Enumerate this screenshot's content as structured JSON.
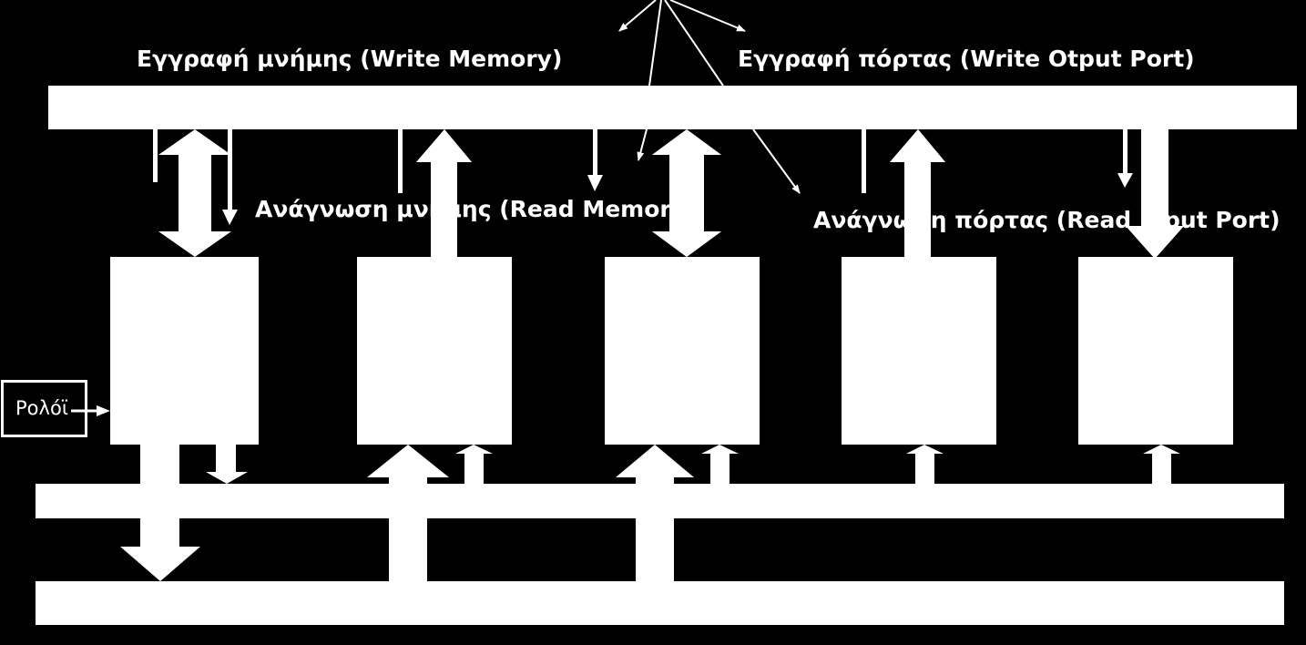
{
  "labels": {
    "write_memory": "Εγγραφή μνήμης (Write Memory)",
    "write_port": "Εγγραφή πόρτας (Write Otput Port)",
    "read_memory": "Ανάγνωση μνήμης (Read Memory)",
    "read_port": "Ανάγνωση πόρτας (Read Input Port)",
    "clock": "Ρολόϊ"
  },
  "colors": {
    "background": "#000000",
    "foreground": "#ffffff"
  }
}
